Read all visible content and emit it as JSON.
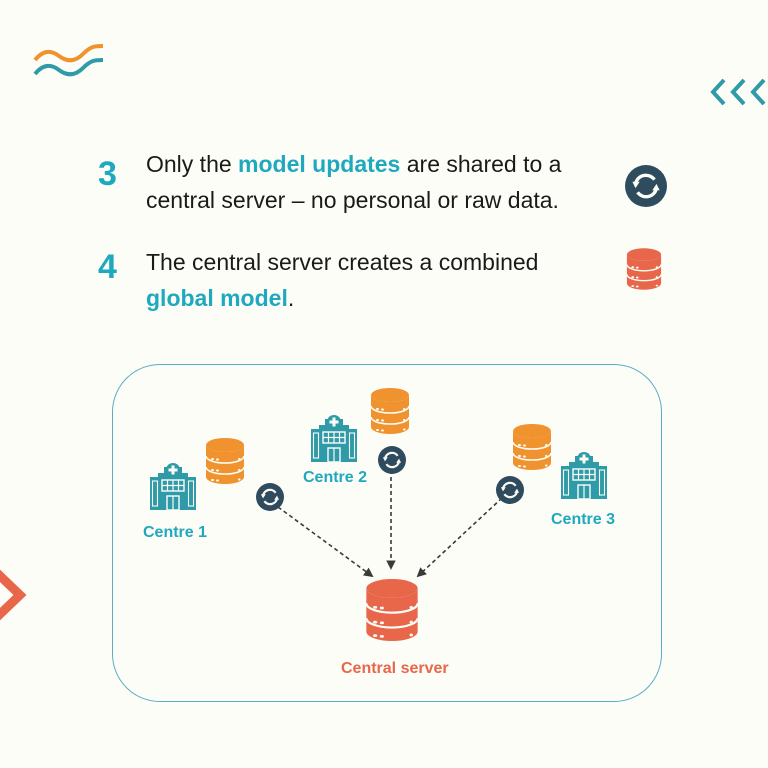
{
  "colors": {
    "background": "#fdfdf8",
    "teal_accent": "#1fa9bf",
    "orange_db": "#f0922e",
    "red_server": "#e8674a",
    "dark_sync": "#2f4b5e",
    "hospital": "#2f9aa8",
    "text": "#1a1a1a",
    "frame_border": "#5aaec1"
  },
  "decorations": {
    "top_left": "wave-icon",
    "top_right": "triple-chevron-left-icon",
    "left_edge": "chevron-right-icon"
  },
  "steps": [
    {
      "number": "3",
      "text_before": "Only the ",
      "highlight": "model updates",
      "text_after": " are shared to a central server – no personal or raw data.",
      "line1_after": " are shared to a",
      "line2": "central server – no personal or raw data.",
      "icon": "sync-icon"
    },
    {
      "number": "4",
      "line1": "The central server creates a combined",
      "highlight": "global model",
      "line2_after": ".",
      "icon": "database-icon"
    }
  ],
  "diagram": {
    "centres": [
      {
        "label": "Centre 1",
        "icon": "hospital-icon",
        "data_icon": "database-icon",
        "sync_icon": "sync-icon"
      },
      {
        "label": "Centre 2",
        "icon": "hospital-icon",
        "data_icon": "database-icon",
        "sync_icon": "sync-icon"
      },
      {
        "label": "Centre 3",
        "icon": "hospital-icon",
        "data_icon": "database-icon",
        "sync_icon": "sync-icon"
      }
    ],
    "server": {
      "label": "Central server",
      "icon": "database-icon"
    },
    "connections": [
      {
        "from": "Centre 1",
        "to": "Central server",
        "style": "dashed-arrow"
      },
      {
        "from": "Centre 2",
        "to": "Central server",
        "style": "dashed-arrow"
      },
      {
        "from": "Centre 3",
        "to": "Central server",
        "style": "dashed-arrow"
      }
    ]
  }
}
